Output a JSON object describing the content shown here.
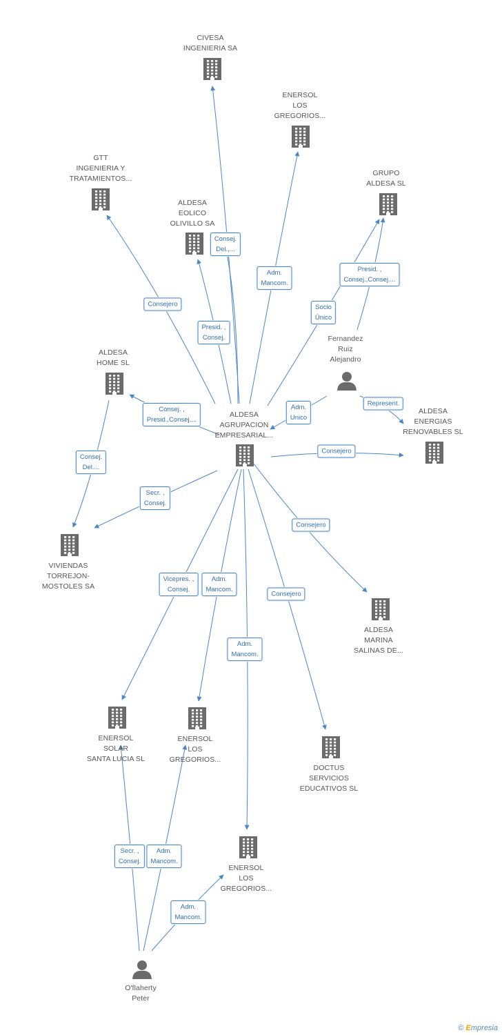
{
  "colors": {
    "edge": "#4a86c8",
    "icon": "#6b6b6b",
    "label": "#555555",
    "edge_label_text": "#2f6fb5"
  },
  "nodes": [
    {
      "id": "civesa",
      "type": "company",
      "icon": "building-icon",
      "label": "CIVESA\nINGENIERIA SA"
    },
    {
      "id": "enersol1",
      "type": "company",
      "icon": "building-icon",
      "label": "ENERSOL\nLOS\nGREGORIOS..."
    },
    {
      "id": "gtt",
      "type": "company",
      "icon": "building-icon",
      "label": "GTT\nINGENIERIA Y\nTRATAMIENTOS..."
    },
    {
      "id": "grupo",
      "type": "company",
      "icon": "building-icon",
      "label": "GRUPO\nALDESA SL"
    },
    {
      "id": "eolico",
      "type": "company",
      "icon": "building-icon",
      "label": "ALDESA\nEOLICO\nOLIVILLO SA"
    },
    {
      "id": "fernandez",
      "type": "person",
      "icon": "person-icon",
      "label": "Fernandez\nRuiz\nAlejandro"
    },
    {
      "id": "home",
      "type": "company",
      "icon": "building-icon",
      "label": "ALDESA\nHOME SL"
    },
    {
      "id": "center",
      "type": "company",
      "icon": "building-icon",
      "label": "ALDESA\nAGRUPACION\nEMPRESARIAL..."
    },
    {
      "id": "energias",
      "type": "company",
      "icon": "building-icon",
      "label": "ALDESA\nENERGIAS\nRENOVABLES SL"
    },
    {
      "id": "viviendas",
      "type": "company",
      "icon": "building-icon",
      "label": "VIVIENDAS\nTORREJON-\nMOSTOLES SA"
    },
    {
      "id": "marina",
      "type": "company",
      "icon": "building-icon",
      "label": "ALDESA\nMARINA\nSALINAS DE..."
    },
    {
      "id": "solar",
      "type": "company",
      "icon": "building-icon",
      "label": "ENERSOL\nSOLAR\nSANTA LUCIA SL"
    },
    {
      "id": "enersol2",
      "type": "company",
      "icon": "building-icon",
      "label": "ENERSOL\nLOS\nGREGORIOS..."
    },
    {
      "id": "doctus",
      "type": "company",
      "icon": "building-icon",
      "label": "DOCTUS\nSERVICIOS\nEDUCATIVOS SL"
    },
    {
      "id": "enersol3",
      "type": "company",
      "icon": "building-icon",
      "label": "ENERSOL\nLOS\nGREGORIOS..."
    },
    {
      "id": "oflaherty",
      "type": "person",
      "icon": "person-icon",
      "label": "O'flaherty\nPeter"
    }
  ],
  "edges": [
    {
      "id": "e-civesa",
      "from": "center",
      "to": "civesa",
      "label": ""
    },
    {
      "id": "e-enersol1",
      "from": "center",
      "to": "enersol1",
      "label": "Adm.\nMancom."
    },
    {
      "id": "e-gtt",
      "from": "center",
      "to": "gtt",
      "label": "Consejero"
    },
    {
      "id": "e-eolico-a",
      "from": "center",
      "to": "eolico",
      "label": "Consej.\nDel.,..."
    },
    {
      "id": "e-eolico-b",
      "from": "center",
      "to": "eolico",
      "label": "Presid. ,\nConsej."
    },
    {
      "id": "e-grupo-center",
      "from": "center",
      "to": "grupo",
      "label": "Socio\nÚnico"
    },
    {
      "id": "e-fernandez-grupo",
      "from": "fernandez",
      "to": "grupo",
      "label": "Presid. ,\nConsej.,Consej...."
    },
    {
      "id": "e-fernandez-center",
      "from": "fernandez",
      "to": "center",
      "label": "Adm.\nUnico"
    },
    {
      "id": "e-fernandez-energias",
      "from": "fernandez",
      "to": "energias",
      "label": "Represent."
    },
    {
      "id": "e-home",
      "from": "center",
      "to": "home",
      "label": "Consej. ,\nPresid.,Consej...."
    },
    {
      "id": "e-energias",
      "from": "center",
      "to": "energias",
      "label": "Consejero"
    },
    {
      "id": "e-home-viviendas",
      "from": "home",
      "to": "viviendas",
      "label": "Consej.\nDel...."
    },
    {
      "id": "e-viviendas",
      "from": "center",
      "to": "viviendas",
      "label": "Secr. ,\nConsej."
    },
    {
      "id": "e-marina",
      "from": "center",
      "to": "marina",
      "label": "Consejero"
    },
    {
      "id": "e-solar",
      "from": "center",
      "to": "solar",
      "label": "Vicepres. ,\nConsej."
    },
    {
      "id": "e-enersol2",
      "from": "center",
      "to": "enersol2",
      "label": "Adm.\nMancom."
    },
    {
      "id": "e-enersol3",
      "from": "center",
      "to": "enersol3",
      "label": "Adm.\nMancom."
    },
    {
      "id": "e-doctus",
      "from": "center",
      "to": "doctus",
      "label": "Consejero"
    },
    {
      "id": "e-of-solar",
      "from": "oflaherty",
      "to": "solar",
      "label": "Secr. ,\nConsej."
    },
    {
      "id": "e-of-enersol2",
      "from": "oflaherty",
      "to": "enersol2",
      "label": "Adm.\nMancom."
    },
    {
      "id": "e-of-enersol3",
      "from": "oflaherty",
      "to": "enersol3",
      "label": "Adm.\nMancom."
    }
  ],
  "footer": {
    "copyright": "©",
    "brand_initial": "E",
    "brand_rest": "mpresia"
  }
}
